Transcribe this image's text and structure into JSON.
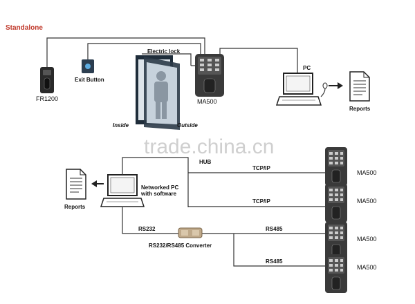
{
  "standalone": {
    "title": "Standalone",
    "fr1200_label": "FR1200",
    "exit_button_label": "Exit Button",
    "electric_lock_label": "Electric lock",
    "inside_label": "Inside",
    "outside_label": "Outside",
    "ma500_label": "MA500",
    "pc_label": "PC",
    "reports_label": "Reports"
  },
  "network": {
    "reports_label": "Reports",
    "pc_label_line1": "Networked PC",
    "pc_label_line2": "with software",
    "hub_label": "HUB",
    "tcp1_label": "TCP/IP",
    "tcp2_label": "TCP/IP",
    "rs232_label": "RS232",
    "converter_label": "RS232/RS485 Converter",
    "rs485_1_label": "RS485",
    "rs485_2_label": "RS485",
    "devices": [
      "MA500",
      "MA500",
      "MA500",
      "MA500"
    ]
  },
  "watermark": "trade.china.cn"
}
